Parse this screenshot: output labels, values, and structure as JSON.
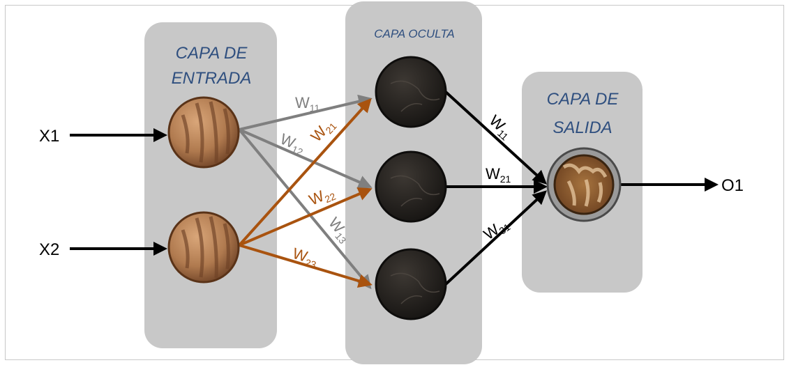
{
  "layers": {
    "input": {
      "title_line1": "CAPA DE",
      "title_line2": "ENTRADA"
    },
    "hidden": {
      "title": "CAPA OCULTA"
    },
    "output": {
      "title_line1": "CAPA DE",
      "title_line2": "SALIDA"
    }
  },
  "inputs": [
    "X1",
    "X2"
  ],
  "output": "O1",
  "weights": {
    "gray": [
      {
        "base": "W",
        "sub": "11"
      },
      {
        "base": "W",
        "sub": "12"
      },
      {
        "base": "W",
        "sub": "13"
      }
    ],
    "orange": [
      {
        "base": "W",
        "sub": "21"
      },
      {
        "base": "W",
        "sub": "22"
      },
      {
        "base": "W",
        "sub": "23"
      }
    ],
    "black": [
      {
        "base": "W",
        "sub": "11"
      },
      {
        "base": "W",
        "sub": "21"
      },
      {
        "base": "W",
        "sub": "31"
      }
    ]
  },
  "colors": {
    "panel": "#c8c8c8",
    "title": "#2f4f7f",
    "gray_arrow": "#7f7f7f",
    "orange_arrow": "#a9530f",
    "black_arrow": "#000000",
    "input_node": "#b07a4f",
    "hidden_node": "#2a2623",
    "output_node": "#8a5a32"
  }
}
